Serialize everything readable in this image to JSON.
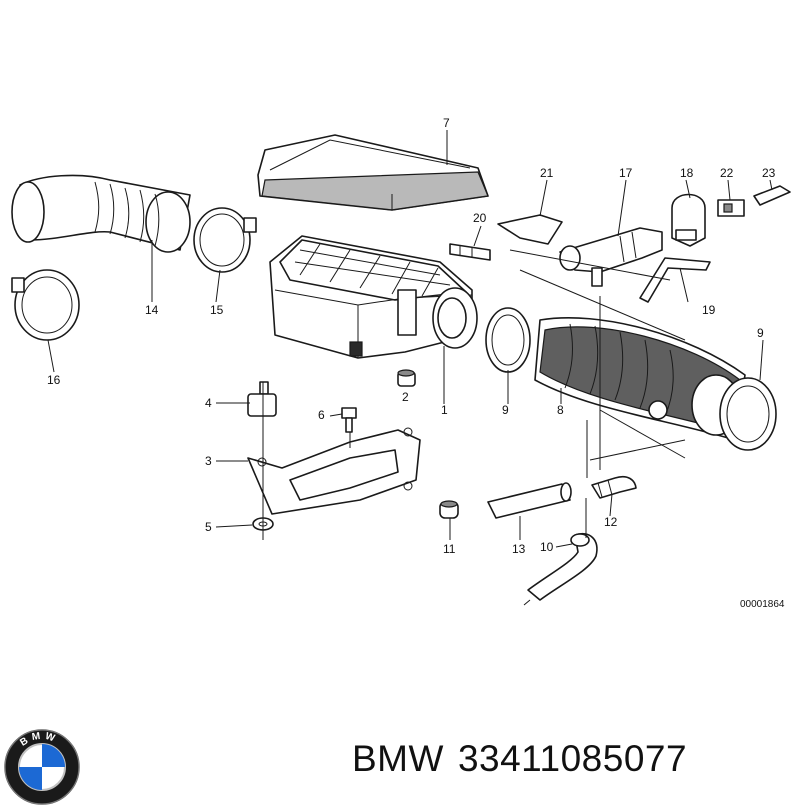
{
  "diagram": {
    "drawing_code": "00001864",
    "callouts": {
      "c1": "1",
      "c2": "2",
      "c3": "3",
      "c4": "4",
      "c5": "5",
      "c6": "6",
      "c7": "7",
      "c8": "8",
      "c9a": "9",
      "c9b": "9",
      "c10": "10",
      "c11": "11",
      "c12": "12",
      "c13": "13",
      "c14": "14",
      "c15": "15",
      "c16": "16",
      "c17": "17",
      "c18": "18",
      "c19": "19",
      "c20": "20",
      "c21": "21",
      "c22": "22",
      "c23": "23"
    }
  },
  "footer": {
    "brand": "BMW",
    "part_number": "33411085077"
  },
  "logo": {
    "letters": "BMW",
    "colors": {
      "blue": "#1c69d4",
      "white": "#ffffff",
      "ring": "#1a1a1a"
    }
  }
}
